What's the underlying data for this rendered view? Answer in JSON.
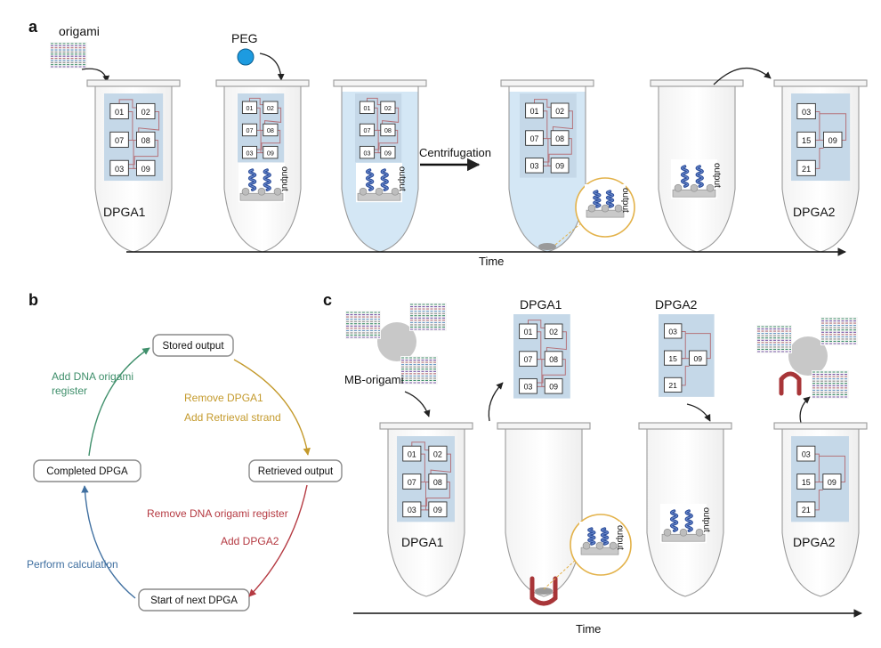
{
  "panels": {
    "a": {
      "letter": "a",
      "origami_label": "origami",
      "peg_label": "PEG",
      "centrifugation_label": "Centrifugation",
      "dpga1_label": "DPGA1",
      "dpga2_label": "DPGA2",
      "time_label": "Time",
      "output_label": "output"
    },
    "b": {
      "letter": "b",
      "nodes": {
        "stored": "Stored output",
        "retrieved": "Retrieved output",
        "start_next": "Start of next DPGA",
        "completed": "Completed DPGA"
      },
      "edges": {
        "stored_to_retrieved_1": "Remove DPGA1",
        "stored_to_retrieved_2": "Add Retrieval strand",
        "retrieved_to_start_1": "Remove DNA origami register",
        "retrieved_to_start_2": "Add DPGA2",
        "start_to_completed": "Perform calculation",
        "completed_to_stored_1": "Add DNA origami",
        "completed_to_stored_2": "register"
      }
    },
    "c": {
      "letter": "c",
      "mb_origami_label": "MB-origami",
      "dpga1_label": "DPGA1",
      "dpga2_label": "DPGA2",
      "time_label": "Time",
      "output_label": "output"
    }
  },
  "gates": {
    "dpga1": [
      "01",
      "02",
      "07",
      "08",
      "03",
      "09"
    ],
    "dpga2": [
      "03",
      "15",
      "09",
      "21"
    ]
  },
  "colors": {
    "chip": "#c5d8e8",
    "liquid": "#d4e7f5",
    "wire": "#b5737b",
    "helix": "#2e4f9c",
    "bead": "#c9c9c9",
    "peg": "#1d9be0",
    "magnet": "#a83538",
    "ring": "#e3b24a",
    "green": "#3f8f6b",
    "gold": "#c49a2c",
    "red": "#b53a42",
    "blue": "#3f6fa0"
  }
}
